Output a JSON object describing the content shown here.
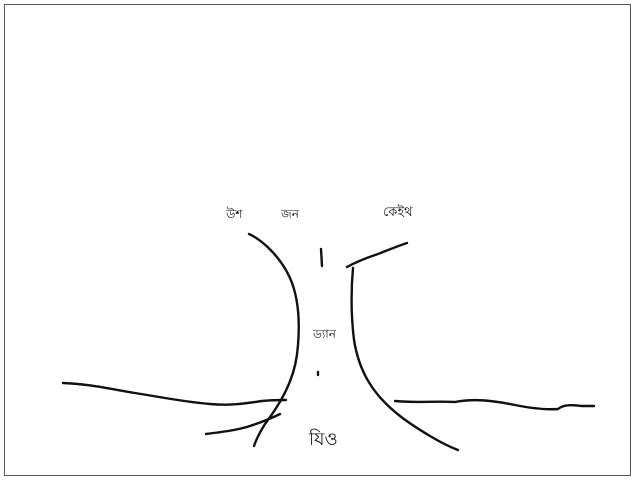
{
  "diagram": {
    "labels": {
      "top_left": "উশ",
      "top_middle": "জন",
      "top_right": "কেইথ",
      "center": "ড্যান",
      "bottom": "যিও"
    },
    "colors": {
      "ink": "#111111",
      "background": "#ffffff",
      "border": "#555555"
    }
  }
}
